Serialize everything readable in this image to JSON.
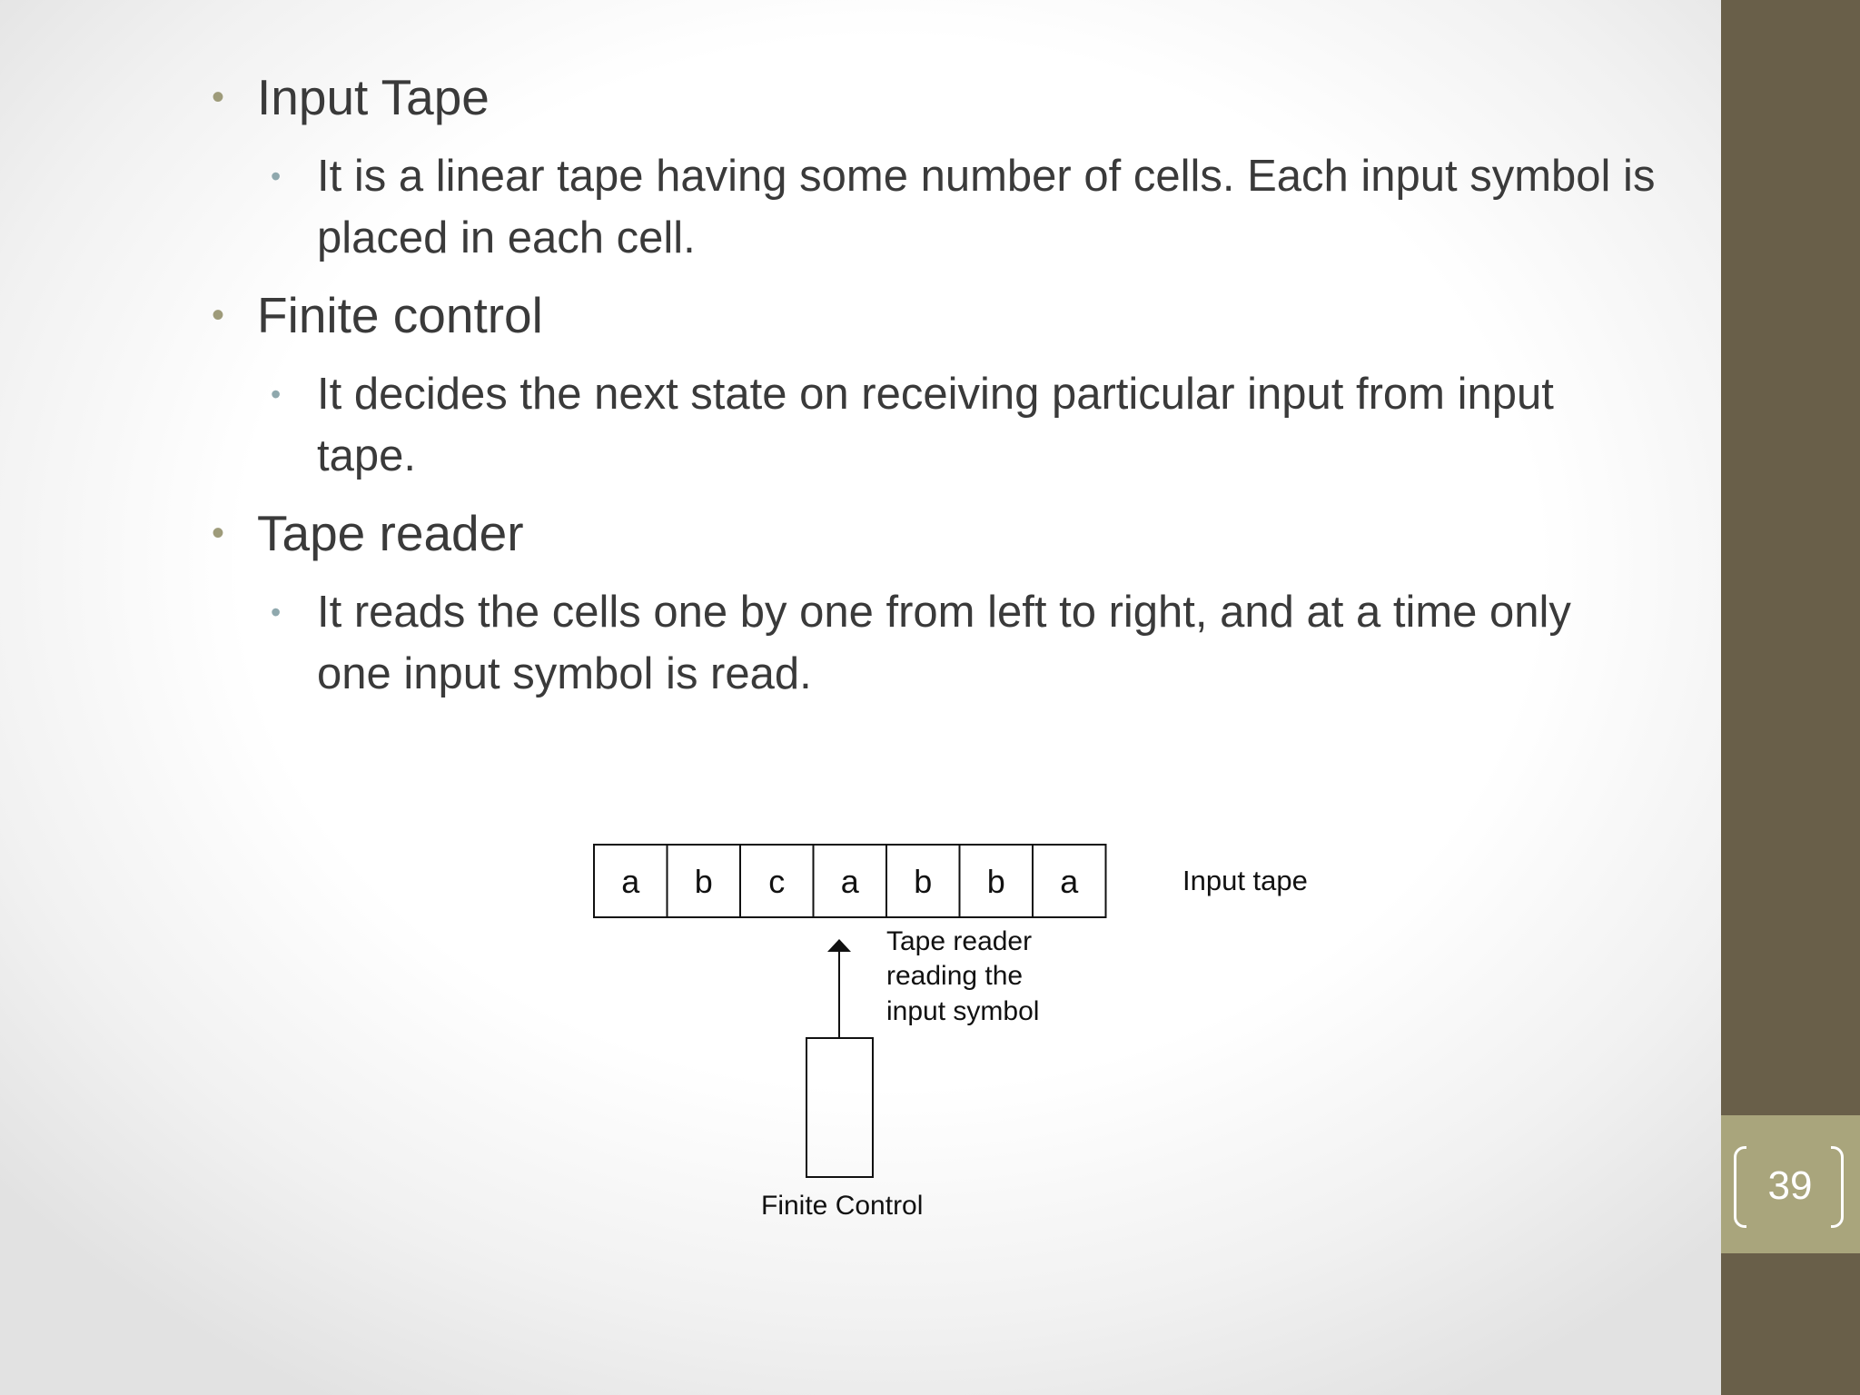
{
  "slide": {
    "bullets": [
      {
        "heading": "Input Tape",
        "lines": [
          "It is a linear tape having some number of cells. Each input symbol is",
          "placed in each cell."
        ]
      },
      {
        "heading": "Finite control",
        "lines": [
          "It decides the next state on receiving particular input from input",
          "tape."
        ]
      },
      {
        "heading": "Tape reader",
        "lines": [
          "It reads the cells one by one from left to right, and at a time only",
          "one input symbol is read."
        ]
      }
    ],
    "page_number": "39"
  },
  "diagram": {
    "tape_cells": [
      "a",
      "b",
      "c",
      "a",
      "b",
      "b",
      "a"
    ],
    "input_tape_label": "Input tape",
    "reader_label_lines": [
      "Tape reader",
      "reading the",
      "input symbol"
    ],
    "finite_control_label": "Finite Control"
  },
  "colors": {
    "sidebar": "#695f49",
    "page_box": "#a9a57c",
    "level1_bullet": "#9e9b7a",
    "level2_bullet": "#8fa8ad",
    "text": "#3a3a3a"
  }
}
